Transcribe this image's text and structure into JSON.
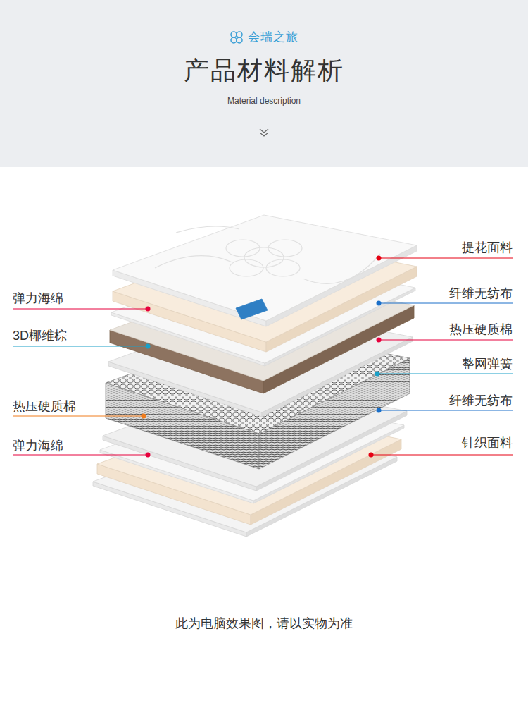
{
  "diagram": {
    "title": "产品材料解析",
    "caption": "此为电脑效果图，请以实物为准",
    "labels": [
      "会瑞之旅",
      "Material description",
      "提花面料",
      "弹力海绵",
      "纤维无纺布",
      "3D椰维棕",
      "热压硬质棉",
      "整网弹簧",
      "纤维无纺布",
      "热压硬质棉",
      "弹力海绵",
      "针织面料"
    ]
  }
}
